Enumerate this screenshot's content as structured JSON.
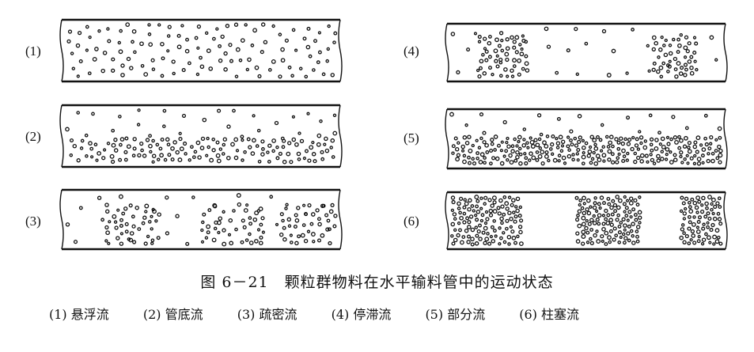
{
  "caption": "图 6－21　颗粒群物料在水平输料管中的运动状态",
  "panels": [
    {
      "label": "(1)",
      "pattern": "suspended"
    },
    {
      "label": "(2)",
      "pattern": "bottom-weighted"
    },
    {
      "label": "(3)",
      "pattern": "dense-sparse"
    },
    {
      "label": "(4)",
      "pattern": "stagnant-clusters"
    },
    {
      "label": "(5)",
      "pattern": "partial-bed"
    },
    {
      "label": "(6)",
      "pattern": "plug"
    }
  ],
  "legend": [
    "(1) 悬浮流",
    "(2) 管底流",
    "(3) 疏密流",
    "(4) 停滞流",
    "(5) 部分流",
    "(6) 柱塞流"
  ],
  "colors": {
    "ink": "#111111",
    "background": "#ffffff"
  }
}
